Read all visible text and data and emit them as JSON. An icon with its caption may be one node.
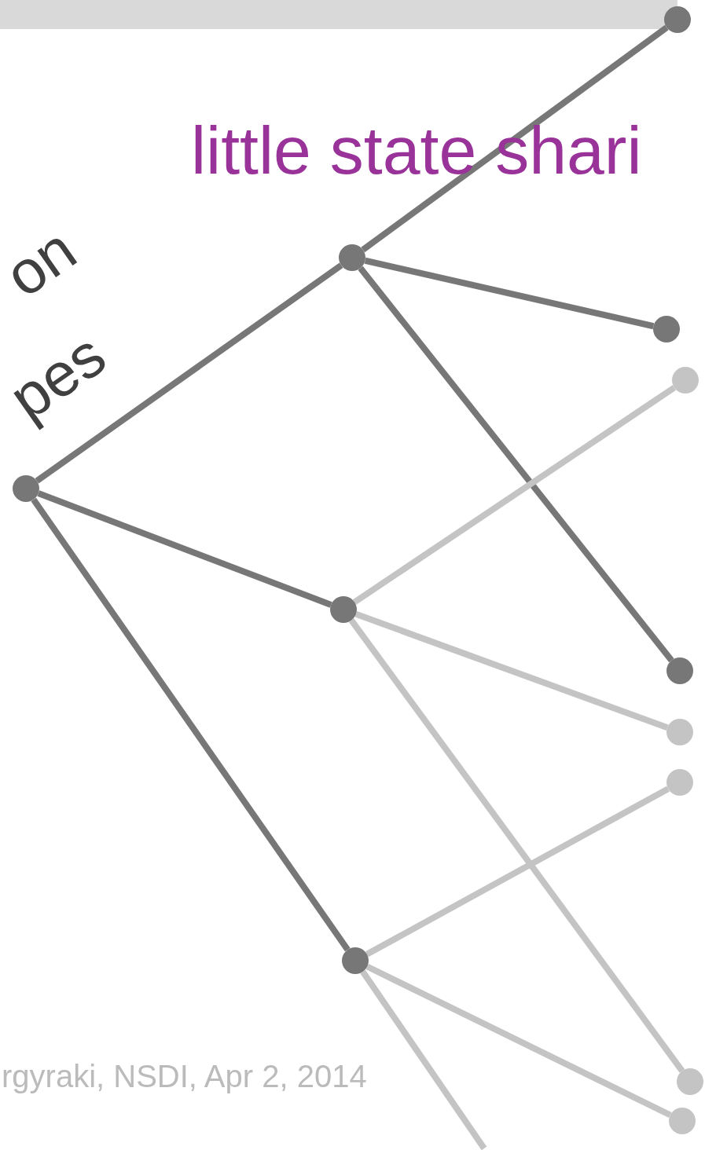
{
  "diagram": {
    "nodes": [
      {
        "text": [],
        "shape": "circle"
      },
      {
        "text": [],
        "shape": "circle"
      },
      {
        "text": [],
        "shape": "circle"
      },
      {
        "text": [],
        "shape": "circle"
      },
      {
        "text": [],
        "shape": "circle"
      },
      {
        "text": [],
        "shape": "circle"
      },
      {
        "text": [],
        "shape": "circle"
      },
      {
        "text": [],
        "shape": "circle"
      },
      {
        "text": [],
        "shape": "circle"
      },
      {
        "text": [],
        "shape": "circle"
      },
      {
        "text": [],
        "shape": "circle"
      },
      {
        "text": [],
        "shape": "circle"
      }
    ],
    "edges": [
      {
        "from": 1,
        "to": 0,
        "arrow": "none"
      },
      {
        "from": 1,
        "to": 2,
        "arrow": "none"
      },
      {
        "from": 1,
        "to": 6,
        "arrow": "none"
      },
      {
        "from": 4,
        "to": 1,
        "arrow": "none"
      },
      {
        "from": 4,
        "to": 5,
        "arrow": "none"
      },
      {
        "from": 4,
        "to": 9,
        "arrow": "none"
      },
      {
        "from": 5,
        "to": 3,
        "arrow": "none",
        "color": "#c4c4c4"
      },
      {
        "from": 5,
        "to": 7,
        "arrow": "none",
        "color": "#c4c4c4"
      },
      {
        "from": 5,
        "to": 10,
        "arrow": "none",
        "color": "#c4c4c4"
      },
      {
        "from": 9,
        "to": 8,
        "arrow": "none",
        "color": "#c4c4c4"
      },
      {
        "from": 9,
        "to": 11,
        "arrow": "none",
        "color": "#c4c4c4"
      },
      {
        "from": 9,
        "to": null,
        "arrow": "none",
        "color": "#c4c4c4"
      }
    ],
    "labels": [
      "little state shari",
      "on",
      "pes",
      "rgyraki, NSDI, Apr 2, 2014"
    ]
  }
}
